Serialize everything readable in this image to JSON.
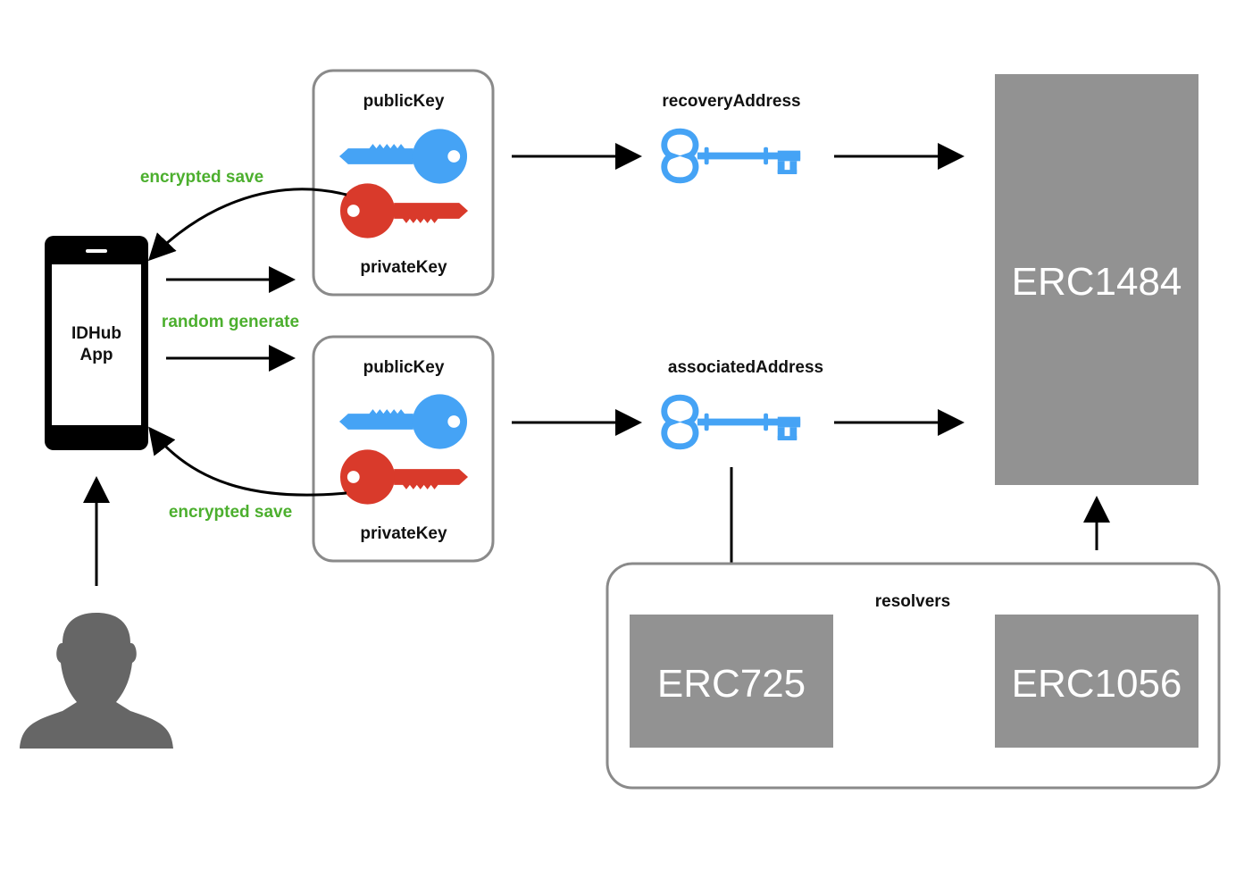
{
  "colors": {
    "accent_green": "#4caf2e",
    "key_blue": "#45a3f5",
    "key_red": "#d93a2b",
    "contract_gray": "#929292",
    "person_gray": "#666666"
  },
  "phone": {
    "label_line1": "IDHub",
    "label_line2": "App",
    "icon": "smartphone-icon"
  },
  "user": {
    "icon": "person-silhouette-icon"
  },
  "keypair_top": {
    "public_label": "publicKey",
    "private_label": "privateKey"
  },
  "keypair_bottom": {
    "public_label": "publicKey",
    "private_label": "privateKey"
  },
  "flows": {
    "encrypted_save_top": "encrypted save",
    "random_generate": "random generate",
    "encrypted_save_bottom": "encrypted save"
  },
  "addresses": {
    "recovery_label": "recoveryAddress",
    "associated_label": "associatedAddress",
    "icon": "skeleton-key-icon"
  },
  "contracts": {
    "main": "ERC1484",
    "resolvers_label": "resolvers",
    "resolver_1": "ERC725",
    "resolver_2": "ERC1056"
  }
}
